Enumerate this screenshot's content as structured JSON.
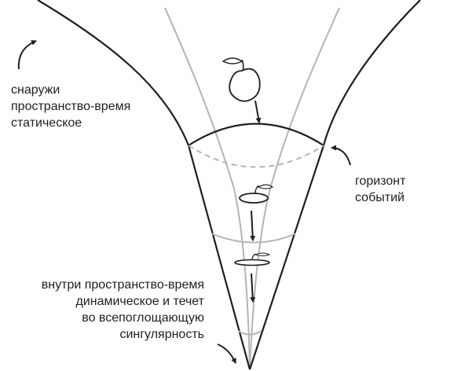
{
  "labels": {
    "outside": [
      "снаружи",
      "пространство-время",
      "статическое"
    ],
    "horizon": [
      "горизонт",
      "событий"
    ],
    "inside": [
      "внутри пространство-время",
      "динамическое и течет",
      "во всепоглощающую",
      "сингулярность"
    ]
  },
  "colors": {
    "ink": "#1e1e1e",
    "gray": "#b4b4b4",
    "text": "#1e1e1e"
  },
  "icons": {
    "apple_states": [
      "apple-icon",
      "stretched-apple-icon",
      "spaghettified-apple-icon"
    ],
    "annotation_arrows": [
      "outside-pointer-arrow-icon",
      "horizon-pointer-arrow-icon",
      "singularity-pointer-arrow-icon"
    ]
  }
}
